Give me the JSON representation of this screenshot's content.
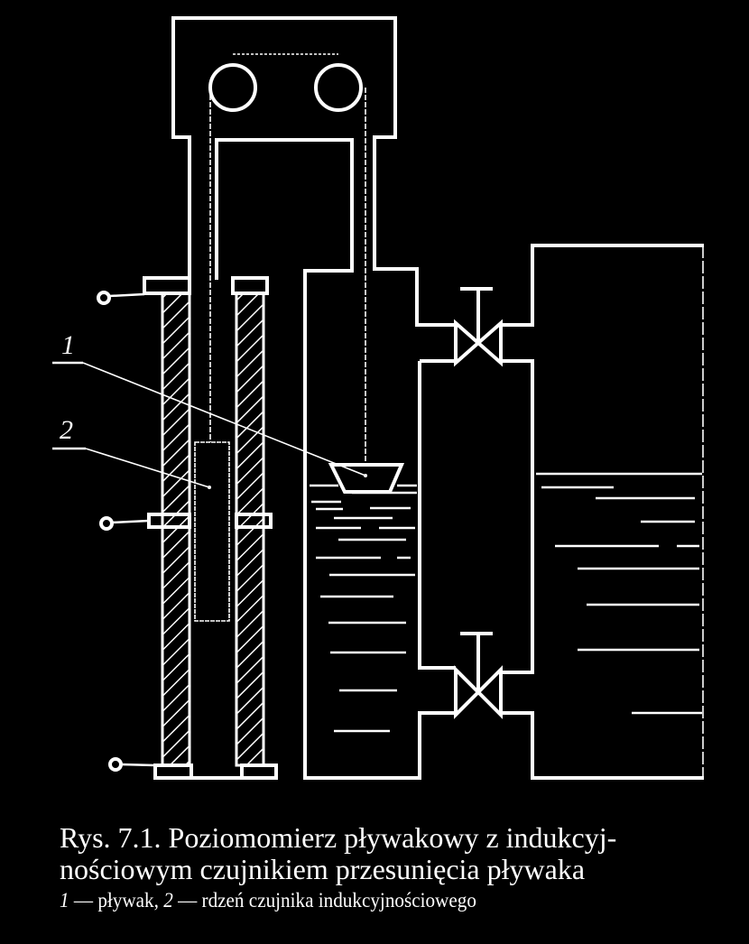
{
  "figure": {
    "labels": {
      "float": "1",
      "core": "2"
    },
    "caption": {
      "line1": "Rys. 7.1. Poziomomierz pływakowy z indukcyj-",
      "line2": "nościowym czujnikiem przesunięcia pływaka",
      "legend_num1": "1",
      "legend_text1": " — pływak, ",
      "legend_num2": "2",
      "legend_text2": " — rdzeń czujnika indukcyjnościowego"
    },
    "colors": {
      "background": "#000000",
      "foreground": "#ffffff"
    }
  }
}
